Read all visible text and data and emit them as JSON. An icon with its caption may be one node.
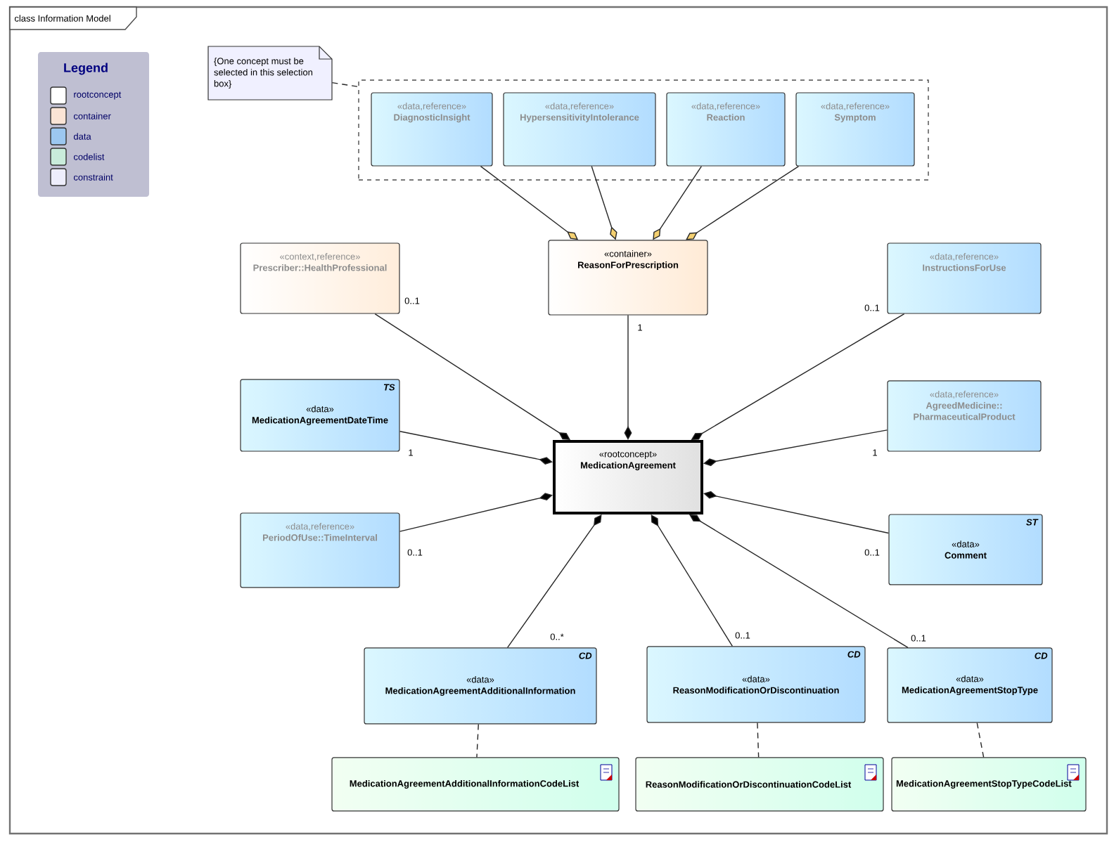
{
  "diagram": {
    "title": "class Information Model",
    "nodes": [
      {
        "text": [
          "{One concept must be selected in this selection box}"
        ]
      },
      {
        "text": [],
        "shape": "box"
      },
      {
        "text": [
          "«data,reference»",
          "DiagnosticInsight"
        ],
        "in": 1
      },
      {
        "text": [
          "«data,reference»",
          "HypersensitivityIntolerance"
        ],
        "in": 1
      },
      {
        "text": [
          "«data,reference»",
          "Reaction"
        ],
        "in": 1
      },
      {
        "text": [
          "«data,reference»",
          "Symptom"
        ],
        "in": 1
      },
      {
        "text": [
          "«context,reference»",
          "Prescriber::HealthProfessional"
        ]
      },
      {
        "text": [
          "«container»",
          "ReasonForPrescription"
        ]
      },
      {
        "text": [
          "«data,reference»",
          "InstructionsForUse"
        ]
      },
      {
        "text": [
          "TS",
          "«data»",
          "MedicationAgreementDateTime"
        ]
      },
      {
        "text": [
          "«data,reference»",
          "AgreedMedicine:: PharmaceuticalProduct"
        ]
      },
      {
        "text": [
          "«rootconcept»",
          "MedicationAgreement"
        ]
      },
      {
        "text": [
          "«data,reference»",
          "PeriodOfUse::TimeInterval"
        ]
      },
      {
        "text": [
          "ST",
          "«data»",
          "Comment"
        ]
      },
      {
        "text": [
          "CD",
          "«data»",
          "MedicationAgreementAdditionalInformation"
        ]
      },
      {
        "text": [
          "CD",
          "«data»",
          "ReasonModificationOrDiscontinuation"
        ]
      },
      {
        "text": [
          "CD",
          "«data»",
          "MedicationAgreementStopType"
        ]
      },
      {
        "text": [
          "MedicationAgreementAdditionalInformationCodeList"
        ]
      },
      {
        "text": [
          "ReasonModificationOrDiscontinuationCodeList"
        ]
      },
      {
        "text": [
          "MedicationAgreementStopTypeCodeList"
        ]
      }
    ],
    "edges": [
      {
        "from": 0,
        "to": 1,
        "arrow": "none",
        "style": "dashed"
      },
      {
        "from": 2,
        "to": 7,
        "arrow": "other"
      },
      {
        "from": 3,
        "to": 7,
        "arrow": "other"
      },
      {
        "from": 4,
        "to": 7,
        "arrow": "other"
      },
      {
        "from": 5,
        "to": 7,
        "arrow": "other"
      },
      {
        "from": 6,
        "to": 11,
        "arrow": "other",
        "label": "0..1"
      },
      {
        "from": 7,
        "to": 11,
        "arrow": "other",
        "label": "1"
      },
      {
        "from": 8,
        "to": 11,
        "arrow": "other",
        "label": "0..1"
      },
      {
        "from": 9,
        "to": 11,
        "arrow": "other",
        "label": "1"
      },
      {
        "from": 10,
        "to": 11,
        "arrow": "other",
        "label": "1"
      },
      {
        "from": 12,
        "to": 11,
        "arrow": "other",
        "label": "0..1"
      },
      {
        "from": 13,
        "to": 11,
        "arrow": "other",
        "label": "0..1"
      },
      {
        "from": 14,
        "to": 11,
        "arrow": "other",
        "label": "0..*"
      },
      {
        "from": 15,
        "to": 11,
        "arrow": "other",
        "label": "0..1"
      },
      {
        "from": 16,
        "to": 11,
        "arrow": "other",
        "label": "0..1"
      },
      {
        "from": 14,
        "to": 17,
        "arrow": "none",
        "style": "dashed"
      },
      {
        "from": 15,
        "to": 18,
        "arrow": "none",
        "style": "dashed"
      },
      {
        "from": 16,
        "to": 19,
        "arrow": "none",
        "style": "dashed"
      }
    ],
    "labels": [
      "Legend"
    ],
    "legend": [
      {
        "text": "rootconcept",
        "color": "#ffffff"
      },
      {
        "text": "container",
        "color": "#fbe4d5"
      },
      {
        "text": "data",
        "color": "#9cc7f0"
      },
      {
        "text": "codelist",
        "color": "#c9ecdb"
      },
      {
        "text": "constraint",
        "color": "#eeeefc"
      }
    ]
  }
}
